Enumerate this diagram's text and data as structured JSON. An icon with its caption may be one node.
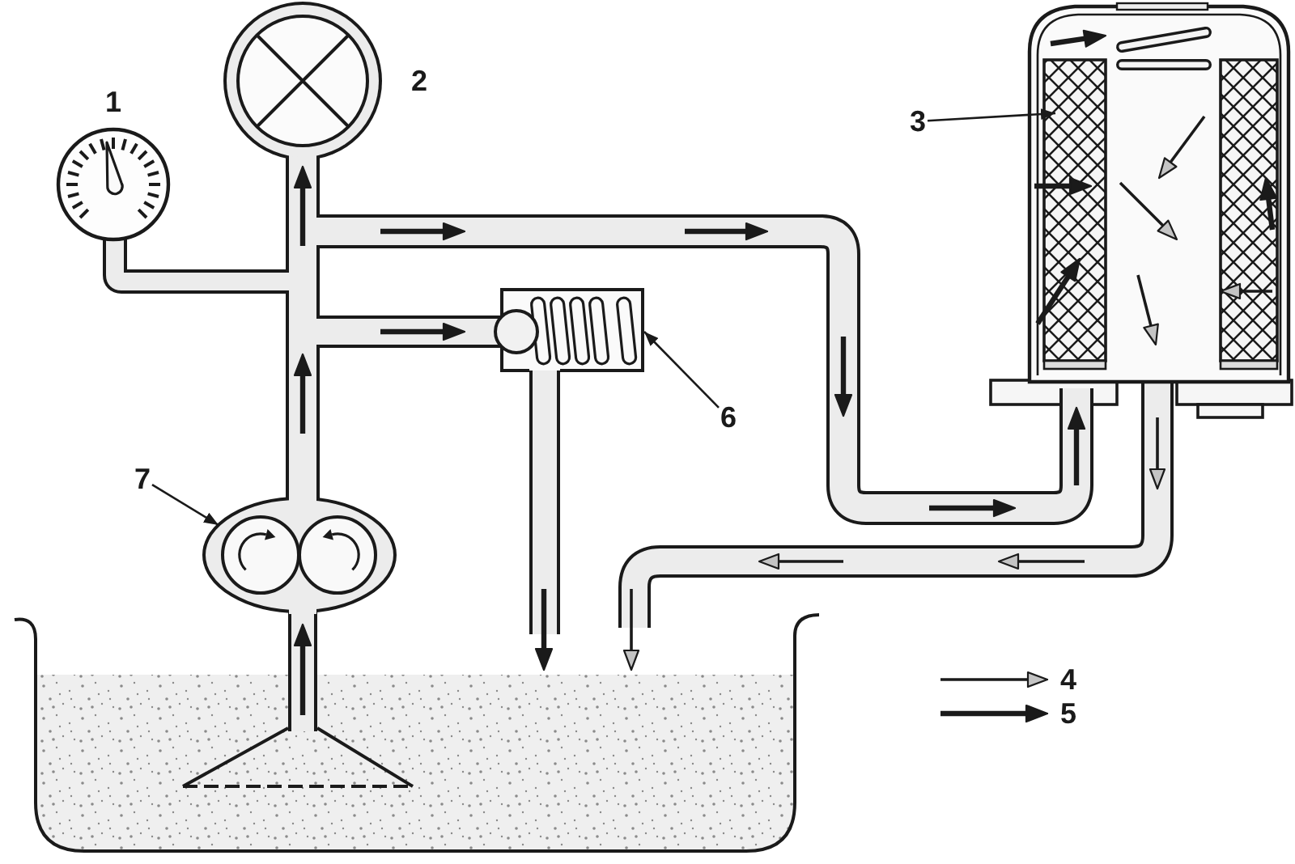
{
  "diagram": {
    "nodes": [
      {
        "text": [
          "3"
        ]
      },
      {
        "text": [
          "6"
        ]
      },
      {
        "text": [
          "7"
        ]
      }
    ],
    "edges": [
      {
        "from": 0,
        "to": null,
        "arrow": "to"
      },
      {
        "from": 1,
        "to": null,
        "arrow": "to"
      },
      {
        "from": 2,
        "to": null,
        "arrow": "to"
      }
    ],
    "labels": [
      "1",
      "2"
    ],
    "legend": [
      {
        "text": "4"
      },
      {
        "text": "5"
      }
    ]
  }
}
